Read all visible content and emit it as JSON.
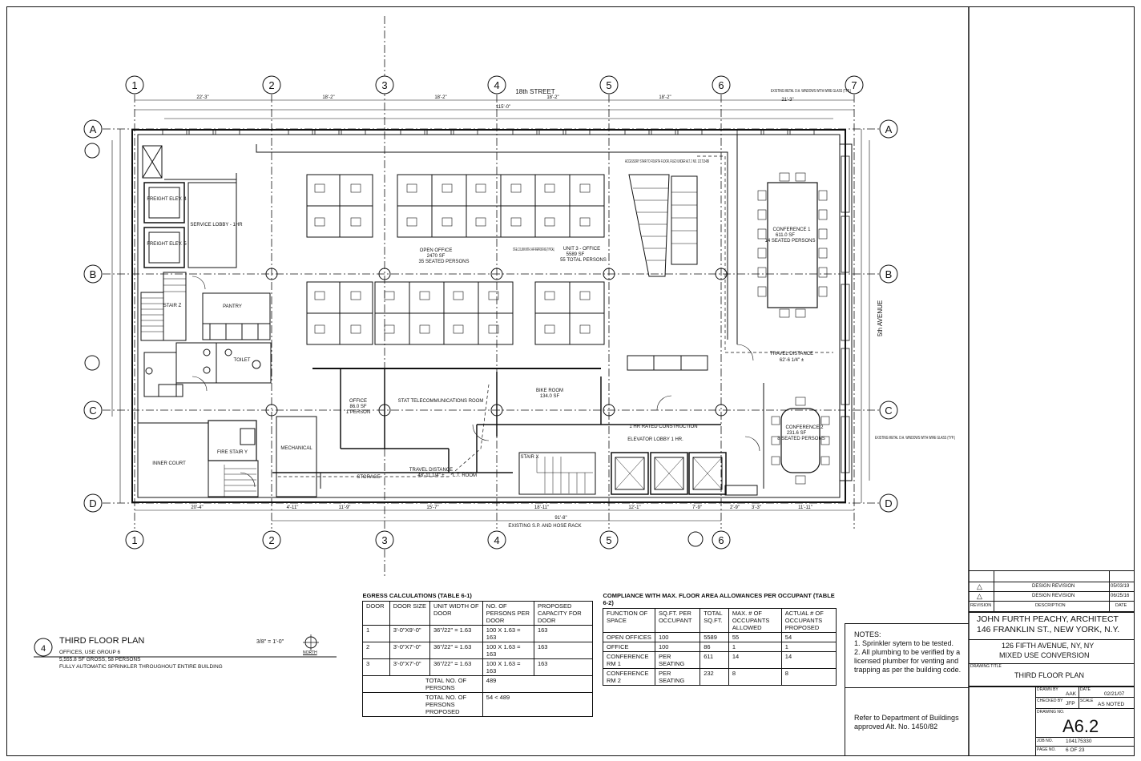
{
  "plan": {
    "street_top": "18th STREET",
    "street_right": "5th AVENUE",
    "col_labels": [
      "1",
      "2",
      "3",
      "4",
      "5",
      "6",
      "7"
    ],
    "row_labels": [
      "A",
      "B",
      "C",
      "D"
    ],
    "dims_top": [
      "22'-3\"",
      "18'-2\"",
      "18'-2\"",
      "18'-2\"",
      "18'-2\"",
      "21'-3\""
    ],
    "dim_overall": "115'-0\"",
    "dims_bottom": [
      "20'-4\"",
      "4'-11\"",
      "11'-9\"",
      "15'-7\"",
      "18'-11\"",
      "12'-1\"",
      "7'-9\"",
      "2'-9\"",
      "3'-3\"",
      "11'-11\""
    ],
    "dim_bottom_total": "91'-8\"",
    "rooms": [
      {
        "name": "OPEN OFFICE",
        "area": "2470 SF",
        "occ": "35 SEATED PERSONS"
      },
      {
        "name": "UNIT 3 - OFFICE",
        "area": "5589 SF",
        "occ": "55 TOTAL PERSONS"
      },
      {
        "name": "CONFERENCE 1",
        "area": "611.0 SF",
        "occ": "14 SEATED PERSONS"
      },
      {
        "name": "CONFERENCE 2",
        "area": "231.6 SF",
        "occ": "8 SEATED PERSONS"
      },
      {
        "name": "OFFICE",
        "area": "86.0 SF",
        "occ": "1 PERSON"
      },
      {
        "name": "STAT TELECOMMUNICATIONS ROOM",
        "area": "",
        "occ": ""
      },
      {
        "name": "BIKE ROOM",
        "area": "134.0 SF",
        "occ": ""
      },
      {
        "name": "PANTRY",
        "area": "",
        "occ": ""
      },
      {
        "name": "TOILET",
        "area": "",
        "occ": ""
      },
      {
        "name": "MECHANICAL",
        "area": "",
        "occ": ""
      },
      {
        "name": "STORAGE",
        "area": "",
        "occ": ""
      },
      {
        "name": "INNER COURT",
        "area": "",
        "occ": ""
      },
      {
        "name": "FIRE STAIR Y",
        "area": "",
        "occ": ""
      },
      {
        "name": "STAIR Z",
        "area": "",
        "occ": ""
      },
      {
        "name": "STAIR X",
        "area": "",
        "occ": ""
      },
      {
        "name": "ELEVATOR LOBBY 1 HR.",
        "area": "",
        "occ": ""
      },
      {
        "name": "SERVICE LOBBY - 1HR",
        "area": "",
        "occ": ""
      },
      {
        "name": "FREIGHT ELEV. 4",
        "area": "",
        "occ": ""
      },
      {
        "name": "FREIGHT ELEV. 5",
        "area": "",
        "occ": ""
      },
      {
        "name": "L.T. ROOM",
        "area": "",
        "occ": ""
      }
    ],
    "travel_1": "TRAVEL DISTANCE",
    "travel_1_val": "62'-6 1/4\" ±",
    "travel_2": "TRAVEL DISTANCE",
    "travel_2_val": "48'-11 1/4\" ±",
    "note_stair": "ACCESSORY STAIR TO FOURTH FLOOR, FILED UNDER ALT. 2 NO. 121713489",
    "note_windows": "EXISTING METAL O.H. WINDOWS WITH WIRE GLASS (TYP.)",
    "note_column": "STEEL COLUMN WITH 3 HR FIREPROOFING (TYPICAL)",
    "note_rack": "EXISTING S.P. AND HOSE RACK",
    "note_rated": "1 HR RATED CONSTRUCTION"
  },
  "plan_title": {
    "number": "4",
    "title": "THIRD FLOOR  PLAN",
    "scale": "3/8\" = 1'-0\"",
    "north": "NORTH",
    "line1": "OFFICES, USE GROUP 6",
    "line2": "5,555.8 SF GROSS, 58 PERSONS",
    "line3": "FULLY AUTOMATIC SPRINKLER THROUGHOUT ENTIRE BUILDING"
  },
  "egress": {
    "title": "EGRESS CALCULATIONS (TABLE 6-1)",
    "headers": [
      "DOOR",
      "DOOR SIZE",
      "UNIT WIDTH OF DOOR",
      "NO. OF PERSONS PER DOOR",
      "PROPOSED CAPACITY FOR DOOR"
    ],
    "rows": [
      [
        "1",
        "3'-0\"X9'-0\"",
        "36\"/22\" = 1.63",
        "100 X 1.63 = 163",
        "163"
      ],
      [
        "2",
        "3'-0\"X7'-0\"",
        "36\"/22\" = 1.63",
        "100 X 1.63 = 163",
        "163"
      ],
      [
        "3",
        "3'-0\"X7'-0\"",
        "36\"/22\" = 1.63",
        "100 X 1.63 = 163",
        "163"
      ]
    ],
    "total_label": "TOTAL NO. OF PERSONS",
    "total_val": "489",
    "proposed_label": "TOTAL NO. OF PERSONS PROPOSED",
    "proposed_val": "54 < 489"
  },
  "compliance": {
    "title": "COMPLIANCE WITH MAX. FLOOR AREA ALLOWANCES PER OCCUPANT (TABLE 6-2)",
    "headers": [
      "FUNCTION OF SPACE",
      "SQ.FT. PER OCCUPANT",
      "TOTAL SQ.FT.",
      "MAX. # OF OCCUPANTS ALLOWED",
      "ACTUAL # OF OCCUPANTS PROPOSED"
    ],
    "rows": [
      [
        "OPEN OFFICES",
        "100",
        "5589",
        "55",
        "54"
      ],
      [
        "OFFICE",
        "100",
        "86",
        "1",
        "1"
      ],
      [
        "CONFERENCE RM 1",
        "PER SEATING",
        "611",
        "14",
        "14"
      ],
      [
        "CONFERENCE RM 2",
        "PER SEATING",
        "232",
        "8",
        "8"
      ]
    ]
  },
  "notes": {
    "title": "NOTES:",
    "items": [
      "1. Sprinkler sytem to be tested.",
      "2. All plumbing to be verified by a licensed plumber for venting and trapping as per the building code."
    ],
    "refer": "Refer to Department of Buildings approved Alt. No. 1450/82"
  },
  "title_block": {
    "revisions": [
      {
        "desc": "DESIGN REVISION",
        "date": "05/03/19"
      },
      {
        "desc": "DESIGN REVISION",
        "date": "06/25/16"
      }
    ],
    "rev_header": [
      "REVISION",
      "DESCRIPTION",
      "DATE"
    ],
    "architect": "JOHN FURTH PEACHY, ARCHITECT",
    "address": "146 FRANKLIN ST., NEW YORK, N.Y.",
    "project1": "126 FIFTH AVENUE, NY, NY",
    "project2": "MIXED USE CONVERSION",
    "drawing_title_label": "DRAWING TITLE",
    "drawing_title": "THIRD FLOOR PLAN",
    "drawn_by_label": "DRAWN BY",
    "drawn_by": "AAK",
    "date_label": "DATE",
    "date": "02/21/07",
    "checked_by_label": "CHECKED BY",
    "checked_by": "JFP",
    "scale_label": "SCALE",
    "scale": "AS NOTED",
    "drawing_no_label": "DRAWING NO.",
    "drawing_no": "A6.2",
    "job_no_label": "JOB NO.",
    "job_no": "104175330",
    "page_no_label": "PAGE NO.",
    "page_no": "6 OF 23"
  }
}
